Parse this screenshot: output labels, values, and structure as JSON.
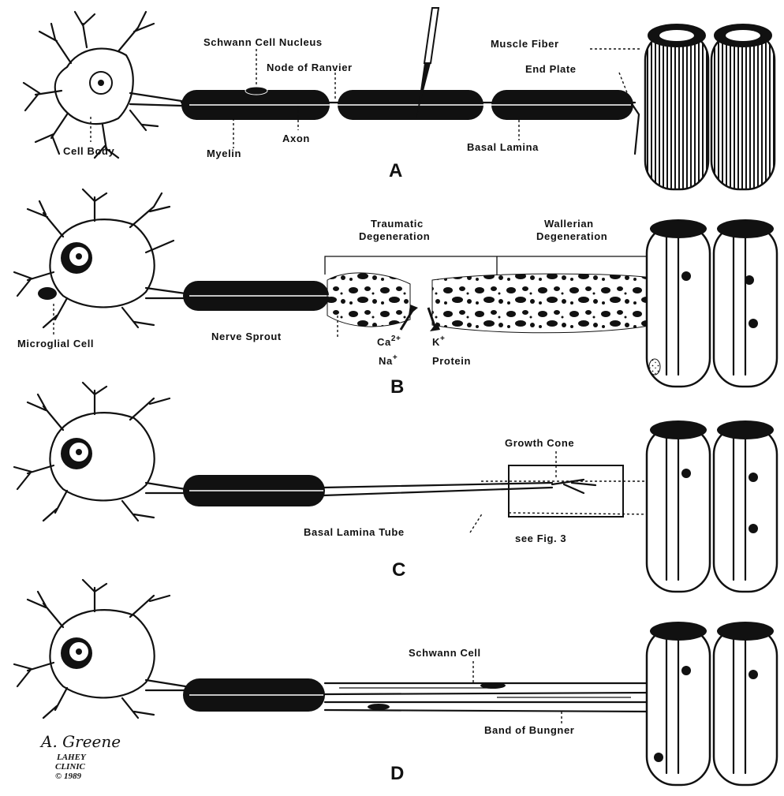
{
  "panels": {
    "a": {
      "letter": "A",
      "labels": {
        "schwann_cell_nucleus": "Schwann Cell Nucleus",
        "node_of_ranvier": "Node of Ranvier",
        "muscle_fiber": "Muscle Fiber",
        "end_plate": "End Plate",
        "cell_body": "Cell Body",
        "myelin": "Myelin",
        "axon": "Axon",
        "basal_lamina": "Basal Lamina"
      }
    },
    "b": {
      "letter": "B",
      "labels": {
        "traumatic_1": "Traumatic",
        "traumatic_2": "Degeneration",
        "wallerian_1": "Wallerian",
        "wallerian_2": "Degeneration",
        "microglial_cell": "Microglial Cell",
        "nerve_sprout": "Nerve Sprout",
        "ca": "Ca",
        "ca_charge": "2+",
        "na": "Na",
        "na_charge": "+",
        "k": "K",
        "k_charge": "+",
        "protein": "Protein"
      }
    },
    "c": {
      "letter": "C",
      "labels": {
        "growth_cone": "Growth Cone",
        "basal_lamina_tube": "Basal Lamina Tube",
        "see_fig": "see Fig. 3"
      }
    },
    "d": {
      "letter": "D",
      "labels": {
        "schwann_cell": "Schwann Cell",
        "band_of_bungner": "Band of Bungner"
      }
    }
  },
  "signature": {
    "name": "A. Greene",
    "line1": "LAHEY",
    "line2": "CLINIC",
    "line3": "© 1989"
  }
}
